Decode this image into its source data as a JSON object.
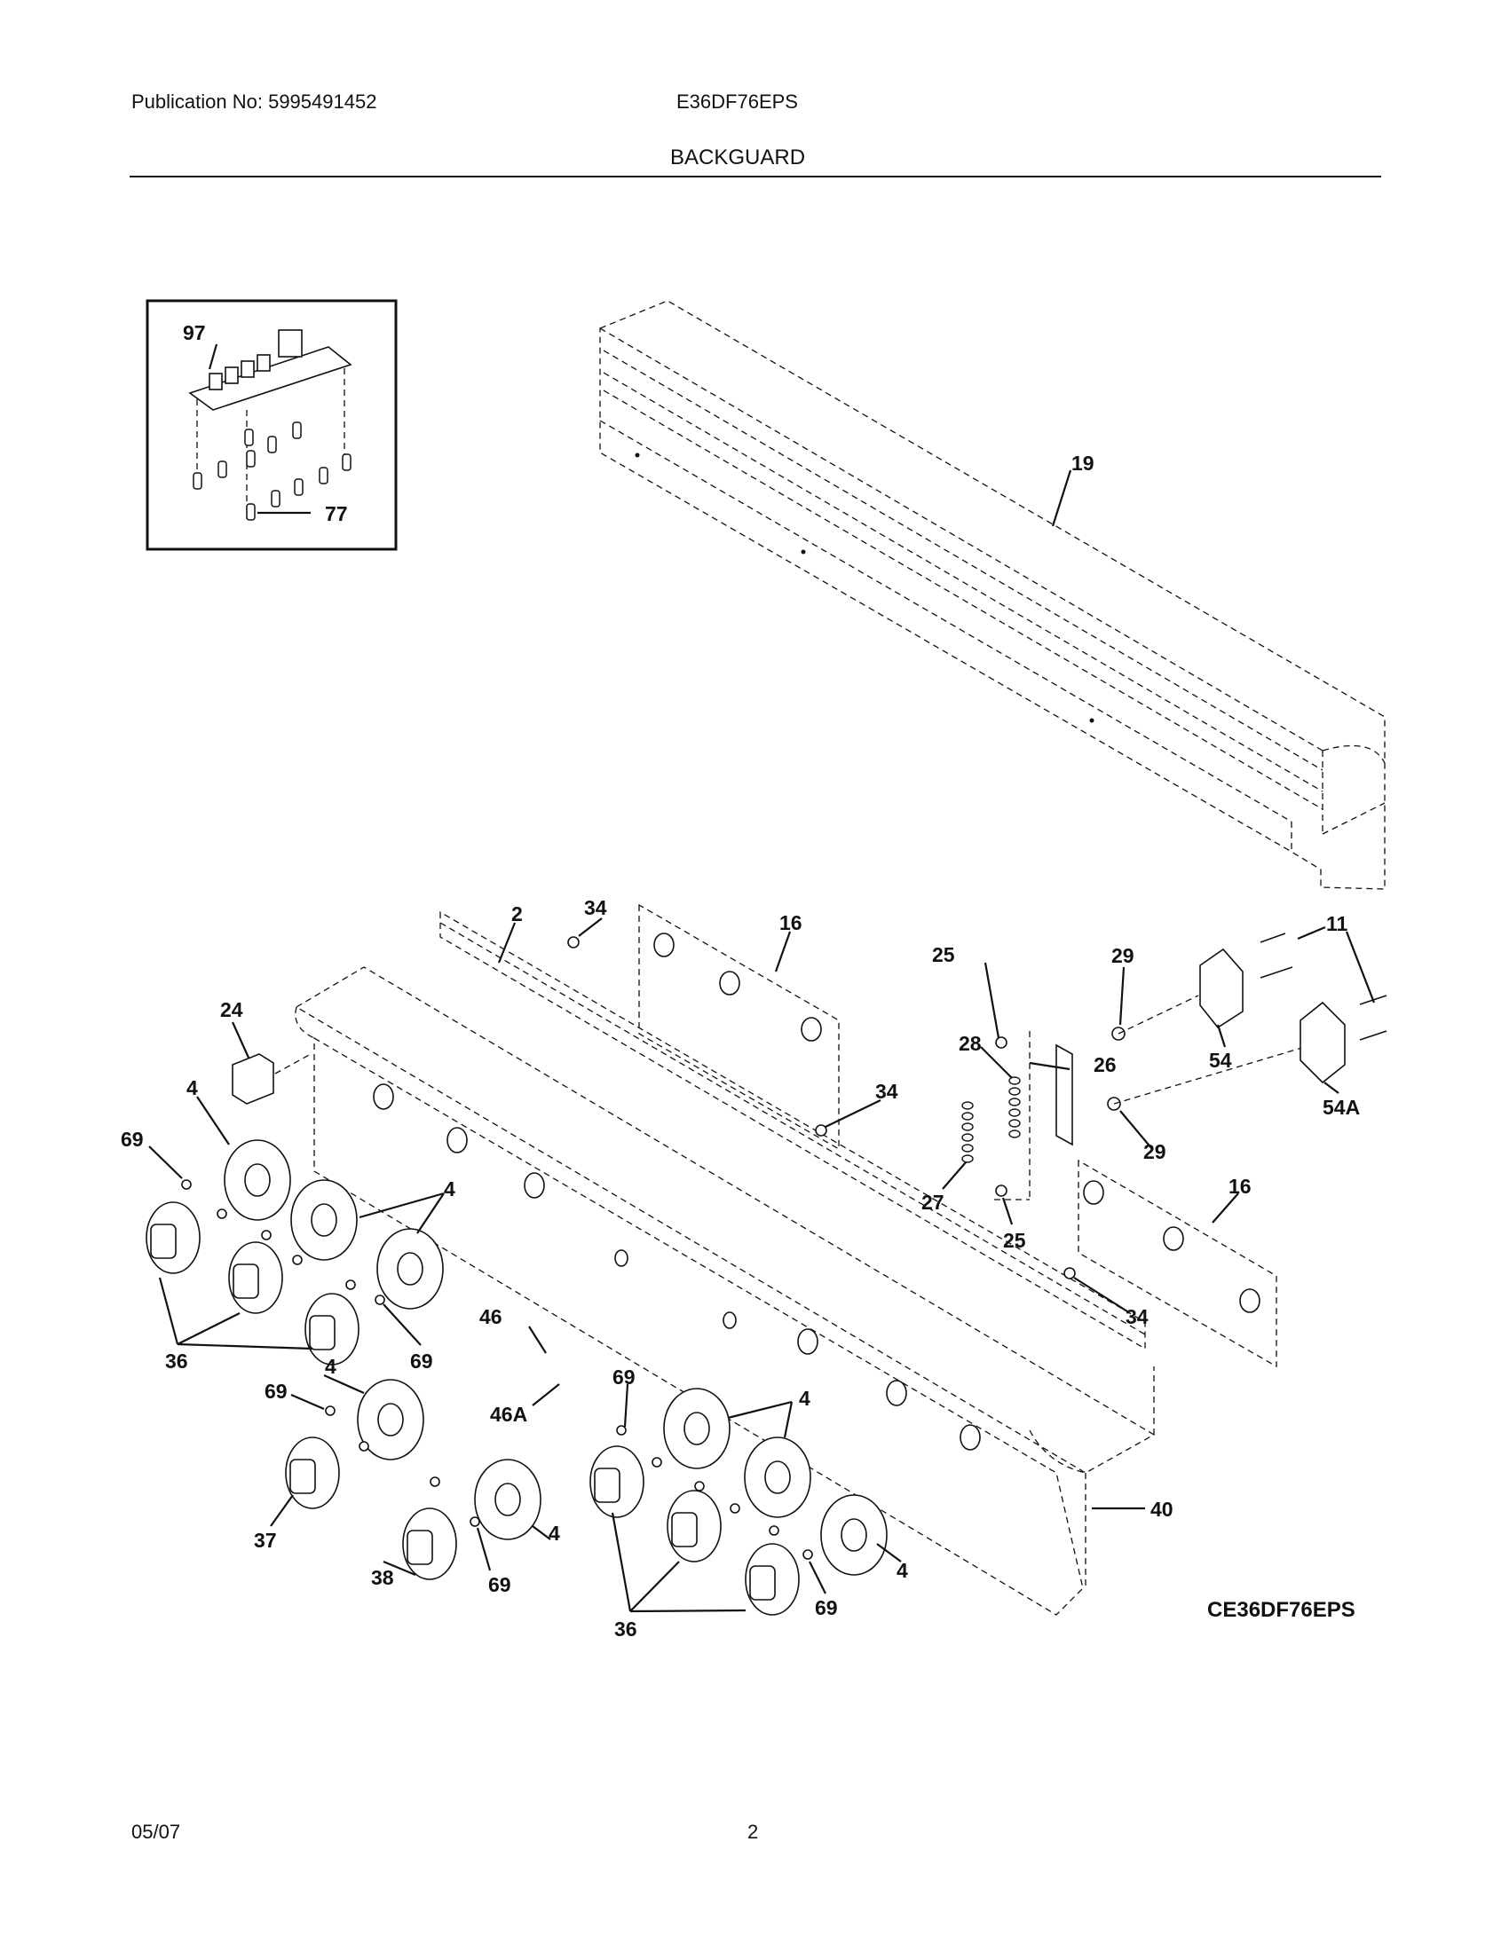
{
  "header": {
    "publication": "Publication No: 5995491452",
    "model": "E36DF76EPS",
    "section_title": "BACKGUARD"
  },
  "footer": {
    "date": "05/07",
    "page_number": "2"
  },
  "diagram": {
    "figure_code": "CE36DF76EPS",
    "callouts": {
      "c97": "97",
      "c77": "77",
      "c19": "19",
      "c2": "2",
      "c34a": "34",
      "c16a": "16",
      "c25a": "25",
      "c29a": "29",
      "c11": "11",
      "c54": "54",
      "c54a": "54A",
      "c28": "28",
      "c26": "26",
      "c24": "24",
      "c34b": "34",
      "c29b": "29",
      "c4a": "4",
      "c69a": "69",
      "c4b": "4",
      "c27": "27",
      "c25b": "25",
      "c16b": "16",
      "c34c": "34",
      "c46": "46",
      "c69b": "69",
      "c36a": "36",
      "c4c": "4",
      "c69c": "69",
      "c69d": "69",
      "c4d": "4",
      "c46a": "46A",
      "c40": "40",
      "c37": "37",
      "c38": "38",
      "c69e": "69",
      "c4e": "4",
      "c36b": "36",
      "c69f": "69",
      "c4f": "4"
    }
  }
}
